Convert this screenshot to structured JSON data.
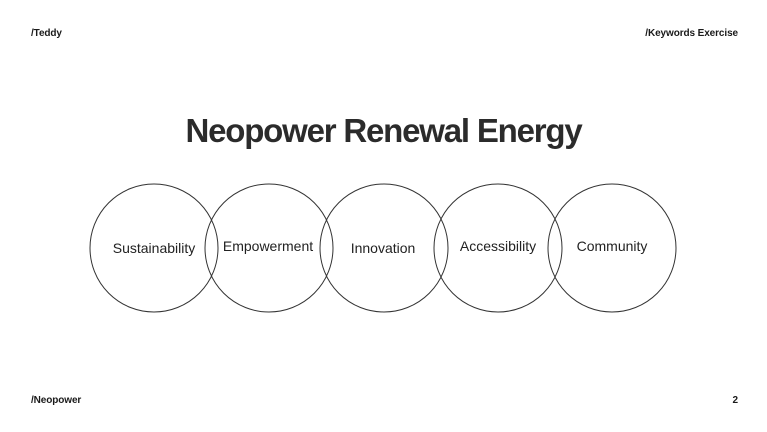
{
  "header": {
    "left": "/Teddy",
    "right": "/Keywords Exercise"
  },
  "footer": {
    "left": "/Neopower",
    "page_number": "2"
  },
  "slide": {
    "title": "Neopower Renewal Energy",
    "keywords": [
      {
        "label": "Sustainability"
      },
      {
        "label": "Empowerment"
      },
      {
        "label": "Innovation"
      },
      {
        "label": "Accessibility"
      },
      {
        "label": "Community"
      }
    ]
  },
  "colors": {
    "text": "#222222",
    "circle_stroke": "#333333",
    "background": "#ffffff"
  }
}
